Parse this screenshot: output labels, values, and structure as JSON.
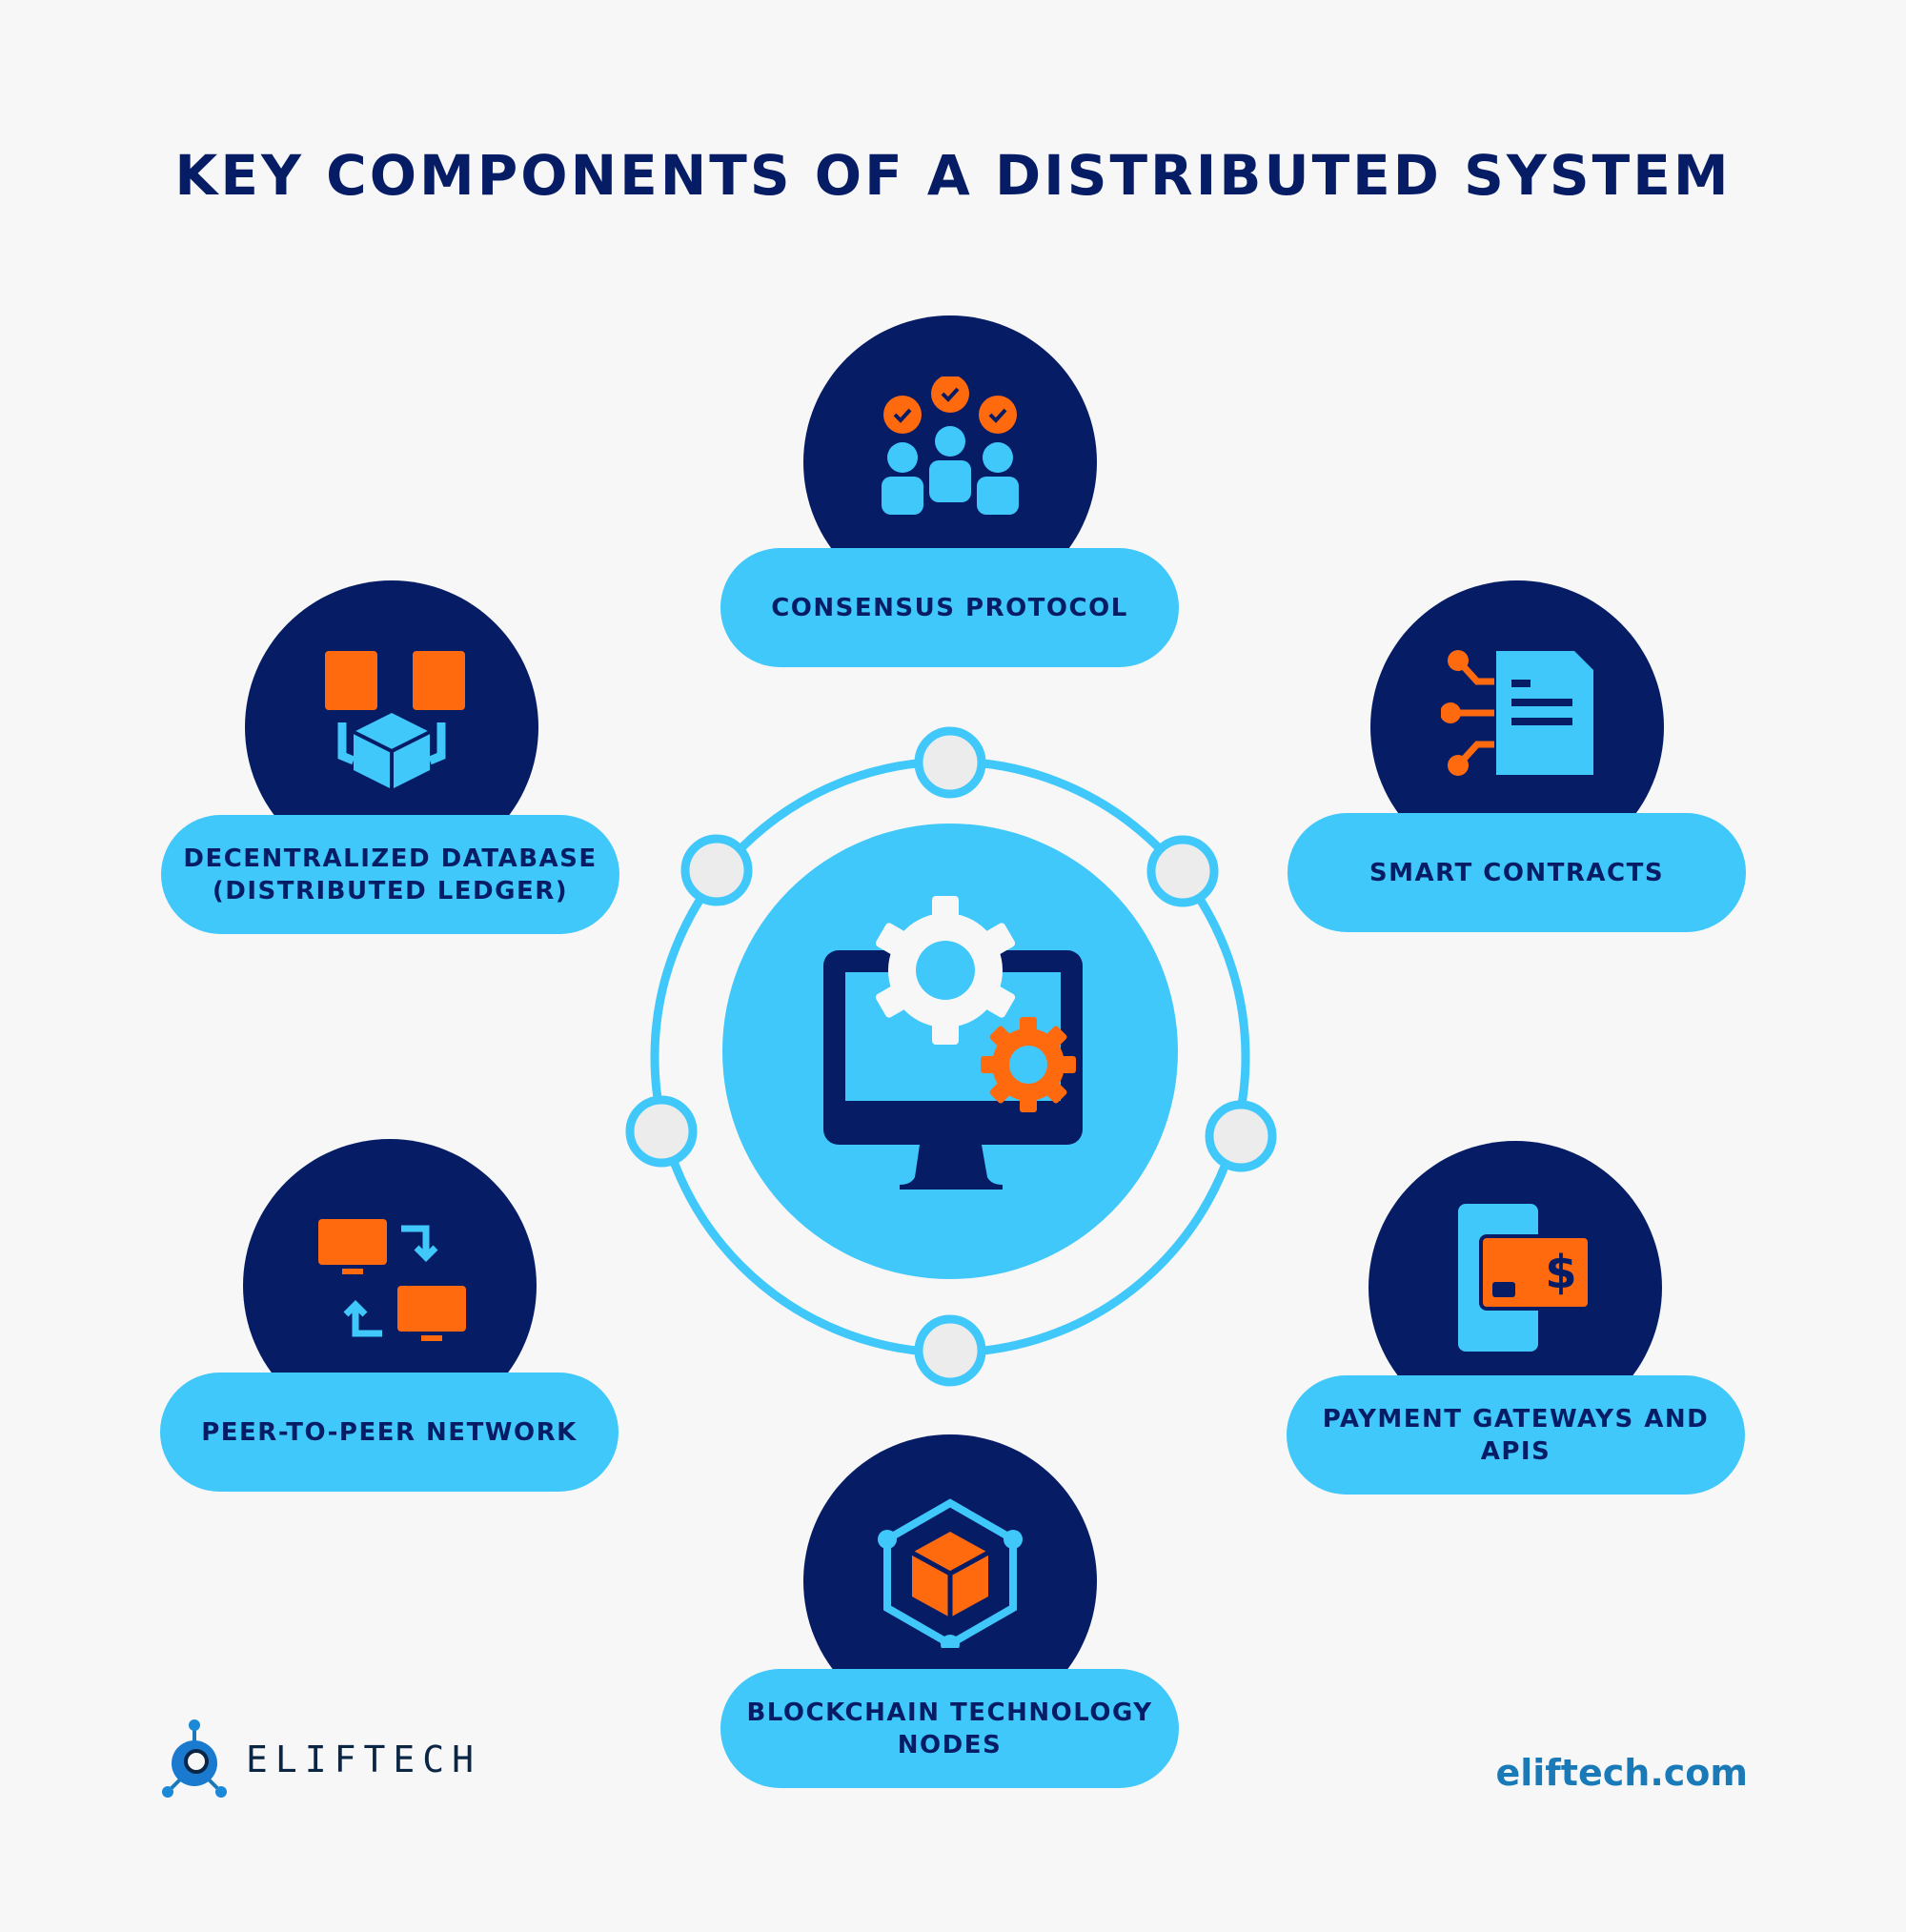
{
  "title": "KEY COMPONENTS OF A DISTRIBUTED SYSTEM",
  "colors": {
    "navy": "#061d66",
    "cyan": "#40c8fb",
    "orange": "#ff6a0f",
    "background": "#f7f7f7"
  },
  "components": [
    {
      "label": "CONSENSUS PROTOCOL",
      "icon": "people-consensus-icon"
    },
    {
      "label": "DECENTRALIZED DATABASE (DISTRIBUTED LEDGER)",
      "icon": "database-box-icon"
    },
    {
      "label": "SMART CONTRACTS",
      "icon": "contract-document-icon"
    },
    {
      "label": "PEER-TO-PEER NETWORK",
      "icon": "peer-computers-icon"
    },
    {
      "label": "PAYMENT GATEWAYS AND APIS",
      "icon": "payment-card-icon"
    },
    {
      "label": "BLOCKCHAIN TECHNOLOGY NODES",
      "icon": "blockchain-cube-icon"
    }
  ],
  "center_icon": "computer-gears-icon",
  "footer": {
    "logo_text": "ELIFTECH",
    "website": "eliftech.com"
  }
}
